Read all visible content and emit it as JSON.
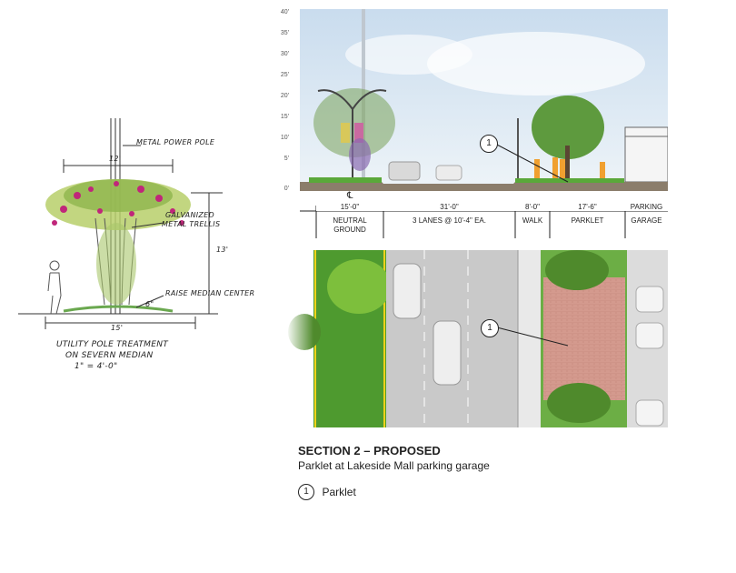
{
  "sketch": {
    "label_pole": "METAL POWER POLE",
    "label_width_top": "12'",
    "label_height": "13'",
    "label_trellis_1": "GALVANIZED",
    "label_trellis_2": "METAL TRELLIS",
    "label_median": "RAISE MEDIAN CENTER",
    "label_median_h": "6\"",
    "label_width_base": "15'",
    "caption_1": "UTILITY POLE TREATMENT",
    "caption_2": "ON SEVERN MEDIAN",
    "caption_3": "1\" = 4'-0\""
  },
  "section": {
    "elevation_ticks": [
      "40'",
      "35'",
      "30'",
      "25'",
      "20'",
      "15'",
      "10'",
      "5'",
      "0'"
    ],
    "centerline": "℄",
    "dims": [
      "15'-0\"",
      "31'-0\"",
      "8'-0\"",
      "17'-6\"",
      "PARKING"
    ],
    "zone_labels": [
      [
        "NEUTRAL",
        "GROUND"
      ],
      [
        "3 LANES @ 10'-4\" EA."
      ],
      [
        "WALK"
      ],
      [
        "PARKLET"
      ],
      [
        "GARAGE"
      ]
    ],
    "callout": "1"
  },
  "plan": {
    "callout": "1"
  },
  "caption": {
    "title": "SECTION 2 – PROPOSED",
    "subtitle": "Parklet at Lakeside Mall parking garage",
    "legend_number": "1",
    "legend_label": "Parklet"
  },
  "colors": {
    "sky": "#dce9f4",
    "grass": "#5aa83a",
    "asphalt": "#c9c9c9",
    "brick": "#d49a8e",
    "median_line": "#f2d21b"
  }
}
